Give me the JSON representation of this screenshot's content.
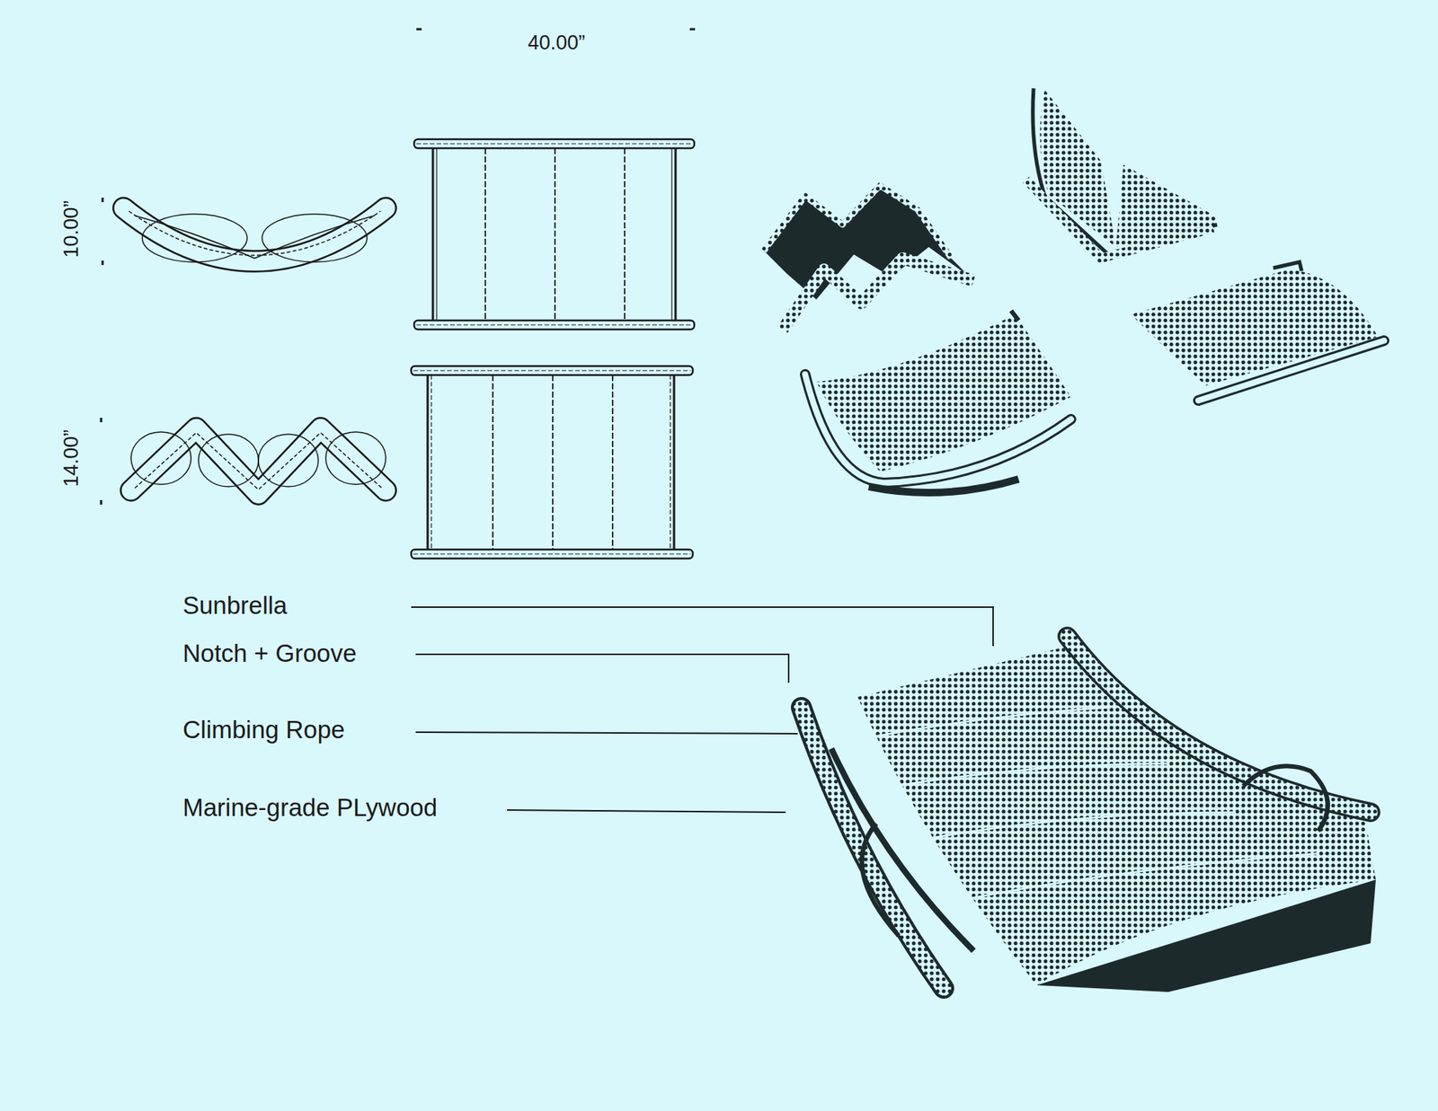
{
  "diagram": {
    "labels": [
      "40.00”",
      "10.00”",
      "14.00”",
      "Sunbrella",
      "Notch + Groove",
      "Climbing Rope",
      "Marine-grade PLywood"
    ]
  }
}
